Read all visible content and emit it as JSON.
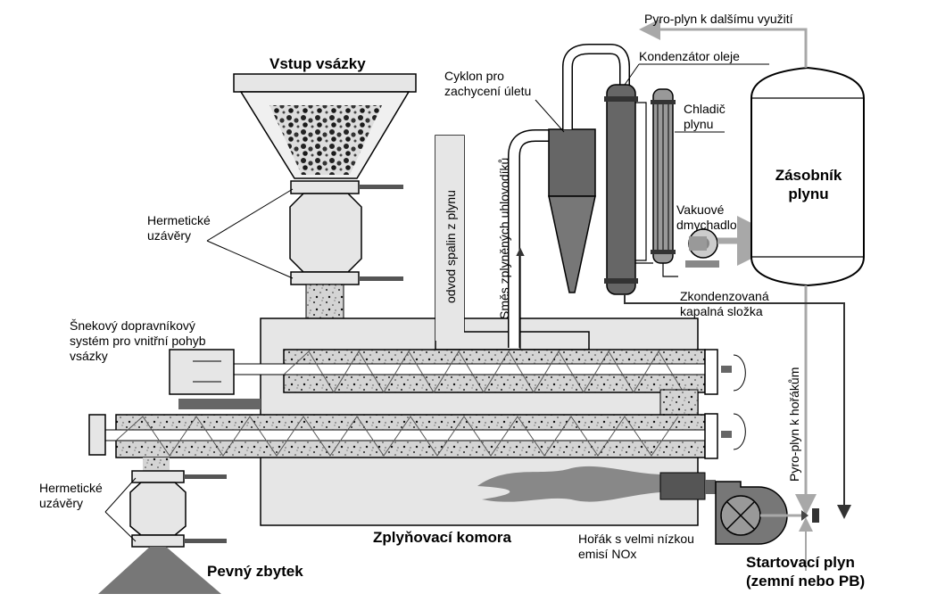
{
  "labels": {
    "vstup_vsazky": "Vstup vsázky",
    "hermeticke_uzavery_top": "Hermetické\nuzávěry",
    "hermeticke_uzavery_bottom": "Hermetické\nuzávěry",
    "snekovy": "Šnekový dopravníkový\nsystém pro vnitřní pohyb\nvsázky",
    "odvod_spalin": "odvod spalin z plynu",
    "smes_zplynenych": "Směs zplyněných uhlovodíků",
    "cyklon": "Cyklon pro\nzachycení úletu",
    "kondenzator": "Kondenzátor oleje",
    "chladic": "Chladič\nplynu",
    "vakuove": "Vakuové\ndmychadlo",
    "zasobnik": "Zásobník\nplynu",
    "pyroplyn_dalsi": "Pyro-plyn k dalšímu využití",
    "zkondenzovana": "Zkondenzovaná\nkapalná složka",
    "pyroplyn_horakum": "Pyro-plyn k hořákům",
    "zplynovaci_komora": "Zplyňovací komora",
    "horak": "Hořák s velmi nízkou\nemisí NOx",
    "startovaci": "Startovací plyn\n(zemní nebo PB)",
    "pevny_zbytek": "Pevný zbytek"
  },
  "colors": {
    "light_gray": "#e6e6e6",
    "mid_gray": "#c8c8c8",
    "dark_gray": "#707070",
    "arrow_gray": "#a8a8a8",
    "black": "#000000"
  }
}
